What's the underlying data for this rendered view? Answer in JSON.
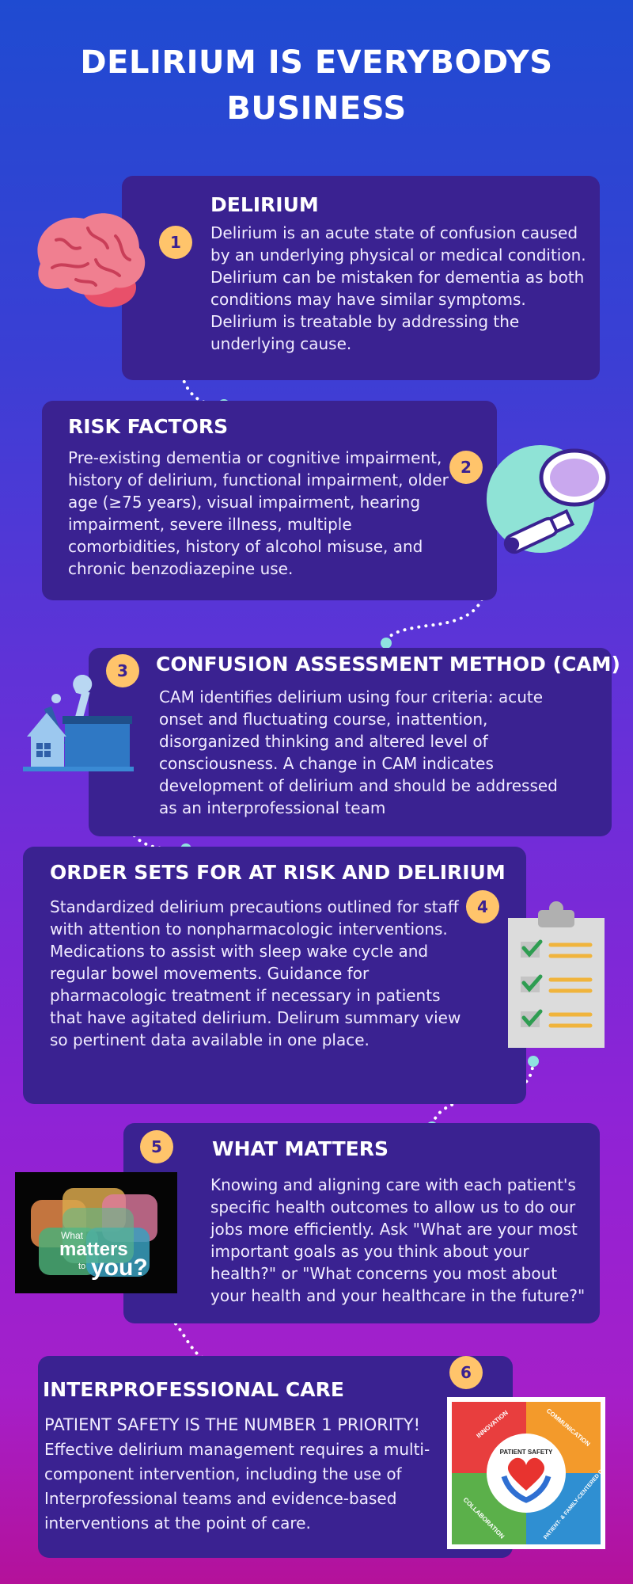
{
  "page": {
    "title": "DELIRIUM IS EVERYBODYS BUSINESS"
  },
  "sections": [
    {
      "number": "1",
      "heading": "DELIRIUM",
      "body": "Delirium is an acute state of confusion caused by an underlying physical or medical condition. Delirium can be mistaken for dementia as both conditions may have similar symptoms. Delirium is treatable by addressing the underlying cause.",
      "icon": "brain-icon"
    },
    {
      "number": "2",
      "heading": "RISK FACTORS",
      "body": "Pre-existing dementia or cognitive impairment, history of delirium, functional impairment, older age (≥75 years), visual impairment, hearing impairment, severe illness, multiple comorbidities, history of alcohol misuse, and chronic benzodiazepine use.",
      "icon": "magnifying-glass-icon"
    },
    {
      "number": "3",
      "heading": "CONFUSION ASSESSMENT METHOD (CAM)",
      "body": "CAM identifies delirium using four criteria: acute onset and fluctuating course, inattention, disorganized thinking and altered level of consciousness.  A change in CAM indicates development of delirium and should be addressed as an interprofessional team",
      "icon": "toolbox-icon"
    },
    {
      "number": "4",
      "heading": "ORDER SETS FOR AT RISK AND DELIRIUM",
      "body": "Standardized delirium precautions outlined for staff with attention to nonpharmacologic interventions.  Medications to assist with sleep wake cycle and regular bowel movements. Guidance for pharmacologic treatment if necessary in patients that have agitated delirium. Delirum summary view so pertinent data available in one place.",
      "icon": "clipboard-checklist-icon"
    },
    {
      "number": "5",
      "heading": "WHAT MATTERS",
      "body": "Knowing and aligning care with each patient's specific health outcomes to allow us to do our jobs more efficiently.  Ask \"What are your most important goals as you think about your health?\" or \"What concerns you most about your health and your healthcare in the future?\"",
      "icon": "speech-bubbles-icon",
      "image_text": {
        "line1": "What",
        "line2": "matters",
        "line3": "to",
        "line4": "you?"
      }
    },
    {
      "number": "6",
      "heading": "INTERPROFESSIONAL CARE",
      "emphasis": "PATIENT SAFETY IS THE NUMBER 1 PRIORITY!",
      "body": "Effective delirium management requires a multi-component intervention, including the use of Interprofessional teams and evidence-based interventions at the point of care.",
      "icon": "patient-safety-logo-icon",
      "logo_text": {
        "top_left": "INNOVATION",
        "top_right": "COMMUNICATION",
        "bottom_left": "COLLABORATION",
        "bottom_right": "PATIENT- & FAMILY-CENTERED CARE",
        "center": "PATIENT SAFETY"
      }
    }
  ],
  "colors": {
    "card": "#3a2291",
    "badge": "#ffc46b",
    "connector": "#8fe3e0"
  }
}
